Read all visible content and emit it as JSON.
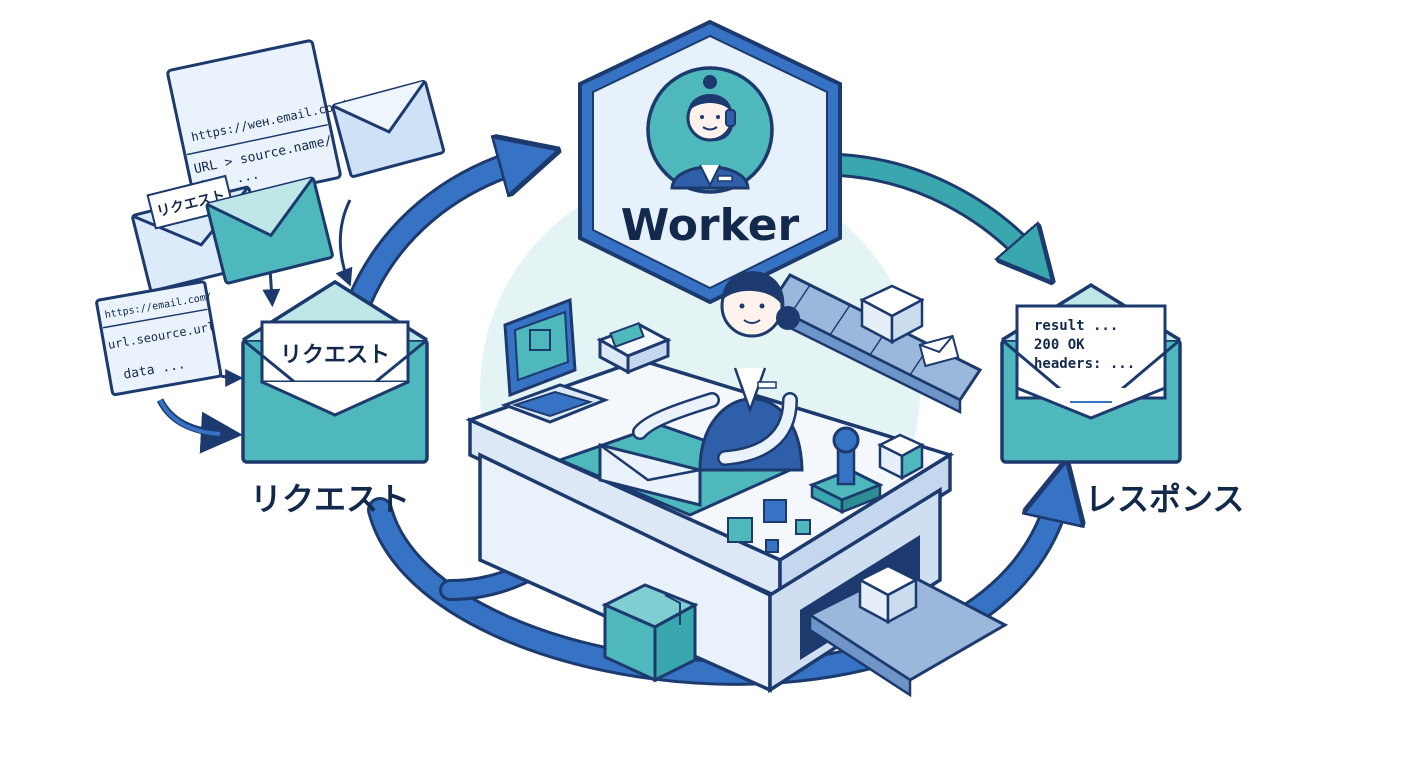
{
  "worker": {
    "title": "Worker"
  },
  "request": {
    "label": "リクエスト",
    "envelope_card": "リクエスト",
    "small_envelope_card": "リクエスト",
    "card_top": {
      "line1": "https://weʜ.email.com/",
      "line2": "URL > source.name/",
      "line3": "data ..."
    },
    "card_bottom": {
      "line1": "https://email.com/",
      "line2": "url.seource.url",
      "line3": "data ..."
    }
  },
  "response": {
    "label": "レスポンス",
    "line1": "result ...",
    "line2": "200 OK",
    "line3": "headers: ..."
  },
  "colors": {
    "navy": "#1d3a6e",
    "blue": "#3673c4",
    "teal": "#3aa7ae",
    "light_blue": "#dcebfa",
    "light_teal": "#d6f0f0"
  }
}
